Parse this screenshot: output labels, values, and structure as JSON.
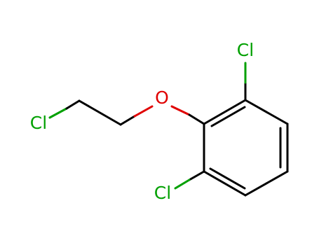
{
  "molecule": {
    "atoms": {
      "cl_chain": {
        "symbol": "Cl",
        "color": "#00a000"
      },
      "oxygen": {
        "symbol": "O",
        "color": "#e00000"
      },
      "cl_top": {
        "symbol": "Cl",
        "color": "#00a000"
      },
      "cl_bottom": {
        "symbol": "Cl",
        "color": "#00a000"
      }
    },
    "bond_color": "#000000"
  }
}
